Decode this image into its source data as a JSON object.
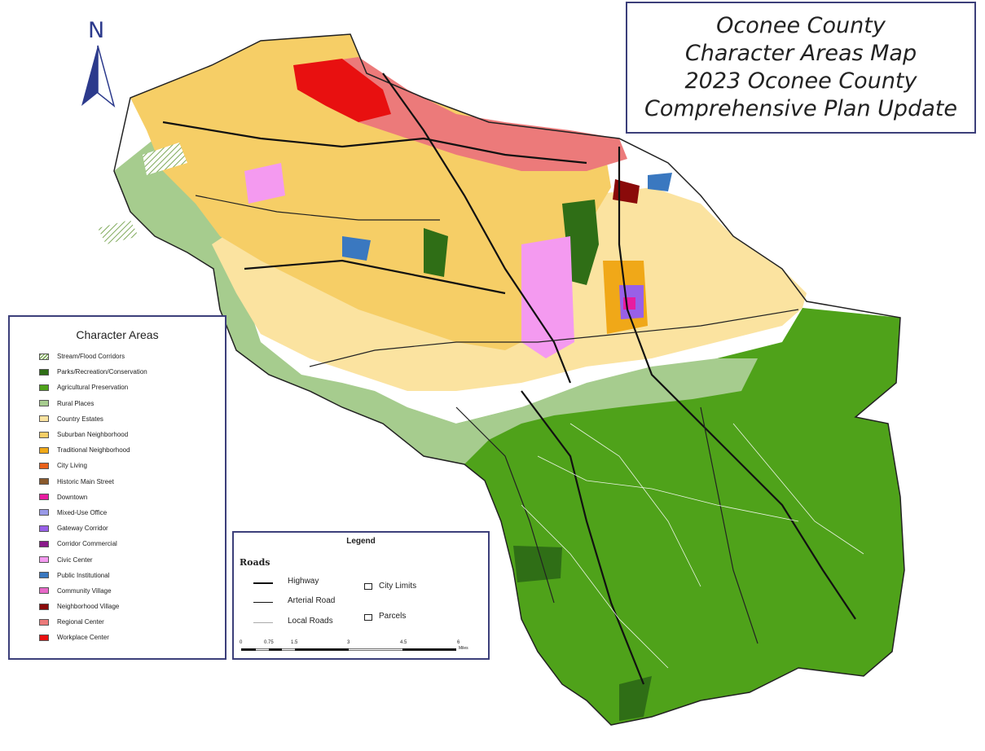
{
  "title": {
    "lines": [
      "Oconee County",
      "Character Areas Map",
      "2023 Oconee County",
      "Comprehensive Plan Update"
    ]
  },
  "north_label": "N",
  "character_areas": {
    "title": "Character Areas",
    "items": [
      {
        "label": "Stream/Flood Corridors",
        "color": "#7fa95a",
        "pattern": "hatch"
      },
      {
        "label": "Parks/Recreation/Conservation",
        "color": "#2f6e16"
      },
      {
        "label": "Agricultural Preservation",
        "color": "#4fa21a"
      },
      {
        "label": "Rural Places",
        "color": "#a6cc8e"
      },
      {
        "label": "Country Estates",
        "color": "#fbe3a0"
      },
      {
        "label": "Suburban Neighborhood",
        "color": "#f6ce66"
      },
      {
        "label": "Traditional Neighborhood",
        "color": "#f0a818"
      },
      {
        "label": "City Living",
        "color": "#e8601a"
      },
      {
        "label": "Historic Main Street",
        "color": "#8a5a2c"
      },
      {
        "label": "Downtown",
        "color": "#e81ca0"
      },
      {
        "label": "Mixed-Use Office",
        "color": "#9a9ae8"
      },
      {
        "label": "Gateway Corridor",
        "color": "#9860e8"
      },
      {
        "label": "Corridor Commercial",
        "color": "#8a1a8a"
      },
      {
        "label": "Civic Center",
        "color": "#f49af0"
      },
      {
        "label": "Public Institutional",
        "color": "#3a78c0"
      },
      {
        "label": "Community Village",
        "color": "#e868c8"
      },
      {
        "label": "Neighborhood Village",
        "color": "#8a0a0a"
      },
      {
        "label": "Regional Center",
        "color": "#ec7a7a"
      },
      {
        "label": "Workplace Center",
        "color": "#e81010"
      }
    ]
  },
  "legend": {
    "title": "Legend",
    "roads_heading": "Roads",
    "highway": "Highway",
    "arterial": "Arterial Road",
    "local": "Local Roads",
    "city_limits": "City Limits",
    "parcels": "Parcels",
    "scale": {
      "ticks": [
        "0",
        "0.75",
        "1.5",
        "3",
        "4.5",
        "6"
      ],
      "unit": "Miles"
    }
  }
}
